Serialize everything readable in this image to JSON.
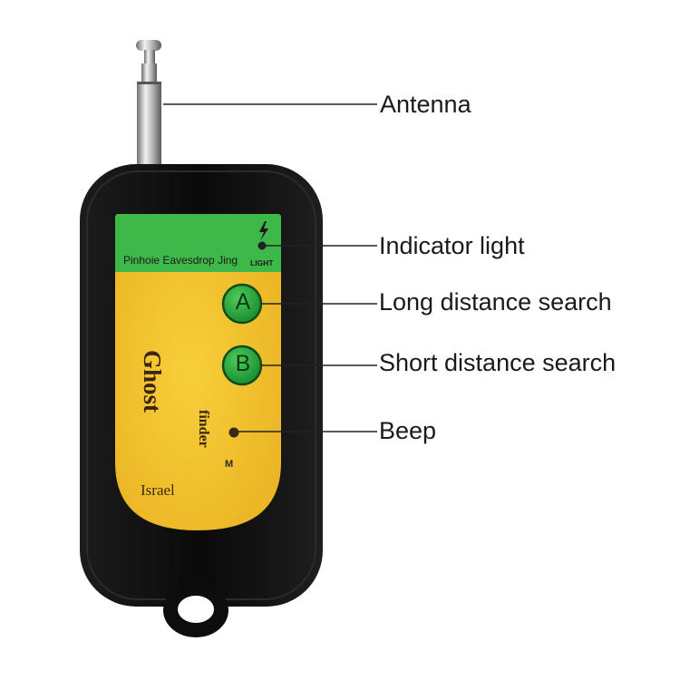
{
  "callouts": {
    "antenna": "Antenna",
    "indicator_light": "Indicator light",
    "long_distance_search": "Long distance search",
    "short_distance_search": "Short distance search",
    "beep": "Beep"
  },
  "device": {
    "band_text": "Pinhoie Eavesdrop Jing",
    "light_label": "LIGHT",
    "button_a": "A",
    "button_b": "B",
    "brand_word_1": "Ghost",
    "brand_word_2": "finder",
    "maker": "Israel",
    "mic_label": "M"
  },
  "colors": {
    "body": "#0b0b0b",
    "panel_yellow": "#f1c12c",
    "band_green": "#3fb84a",
    "button_green": "#1f9c3a",
    "antenna_metal": "#b8b8b8"
  },
  "icons": {
    "lightning": "lightning-bolt-icon"
  }
}
